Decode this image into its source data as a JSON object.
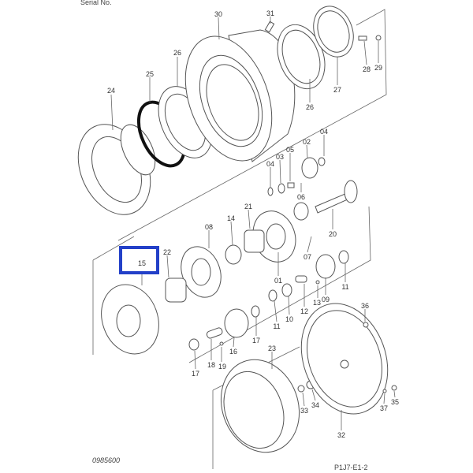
{
  "header": {
    "serial_label": "Serial No."
  },
  "footer": {
    "drawing_number": "0985600",
    "figure_code": "P1J7-E1-2"
  },
  "highlight": {
    "part": "15",
    "color": "#2340c8"
  },
  "parts": {
    "p30": "30",
    "p31": "31",
    "p29": "29",
    "p28": "28",
    "p27": "27",
    "p26a": "26",
    "p26b": "26",
    "p25": "25",
    "p24": "24",
    "p04a": "04",
    "p02": "02",
    "p05": "05",
    "p03": "03",
    "p04b": "04",
    "p06": "06",
    "p21": "21",
    "p14": "14",
    "p08": "08",
    "p20": "20",
    "p22": "22",
    "p15": "15",
    "p07": "07",
    "p01": "01",
    "p11a": "11",
    "p09": "09",
    "p13": "13",
    "p12": "12",
    "p10": "10",
    "p11b": "11",
    "p36": "36",
    "p17a": "17",
    "p16": "16",
    "p23": "23",
    "p19": "19",
    "p18": "18",
    "p17b": "17",
    "p33": "33",
    "p34": "34",
    "p37": "37",
    "p35": "35",
    "p32": "32"
  }
}
